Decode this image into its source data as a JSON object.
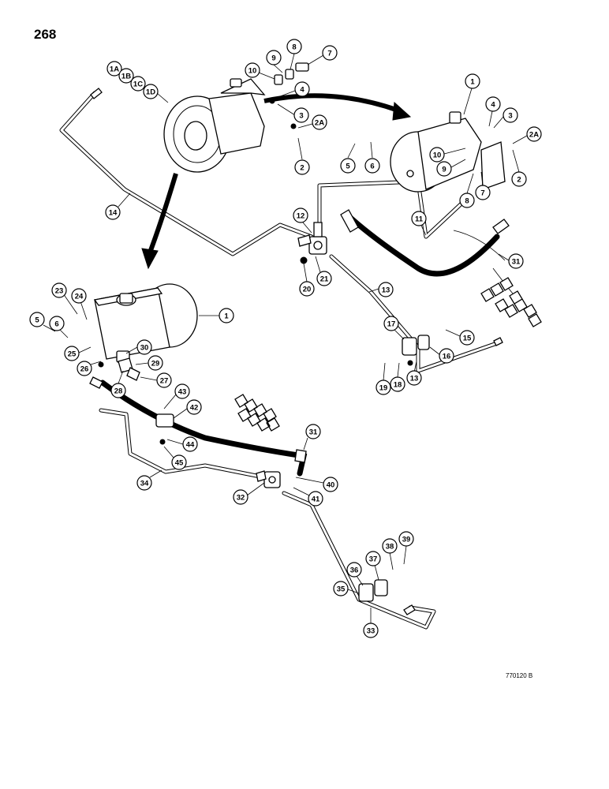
{
  "page": {
    "number": "268",
    "reference_code": "770120 B"
  },
  "callouts": [
    {
      "id": "c-1A",
      "label": "1A"
    },
    {
      "id": "c-1B",
      "label": "1B"
    },
    {
      "id": "c-1C",
      "label": "1C"
    },
    {
      "id": "c-1D",
      "label": "1D"
    },
    {
      "id": "c-10a",
      "label": "10"
    },
    {
      "id": "c-9a",
      "label": "9"
    },
    {
      "id": "c-8a",
      "label": "8"
    },
    {
      "id": "c-7a",
      "label": "7"
    },
    {
      "id": "c-4a",
      "label": "4"
    },
    {
      "id": "c-3a",
      "label": "3"
    },
    {
      "id": "c-2Aa",
      "label": "2A"
    },
    {
      "id": "c-2a",
      "label": "2"
    },
    {
      "id": "c-14",
      "label": "14"
    },
    {
      "id": "c-1b",
      "label": "1"
    },
    {
      "id": "c-4b",
      "label": "4"
    },
    {
      "id": "c-3b",
      "label": "3"
    },
    {
      "id": "c-2Ab",
      "label": "2A"
    },
    {
      "id": "c-2b",
      "label": "2"
    },
    {
      "id": "c-10b",
      "label": "10"
    },
    {
      "id": "c-9b",
      "label": "9"
    },
    {
      "id": "c-5b",
      "label": "5"
    },
    {
      "id": "c-6b",
      "label": "6"
    },
    {
      "id": "c-8b",
      "label": "8"
    },
    {
      "id": "c-7b",
      "label": "7"
    },
    {
      "id": "c-12",
      "label": "12"
    },
    {
      "id": "c-11",
      "label": "11"
    },
    {
      "id": "c-31a",
      "label": "31"
    },
    {
      "id": "c-20",
      "label": "20"
    },
    {
      "id": "c-21",
      "label": "21"
    },
    {
      "id": "c-13a",
      "label": "13"
    },
    {
      "id": "c-17",
      "label": "17"
    },
    {
      "id": "c-15",
      "label": "15"
    },
    {
      "id": "c-16",
      "label": "16"
    },
    {
      "id": "c-19",
      "label": "19"
    },
    {
      "id": "c-18",
      "label": "18"
    },
    {
      "id": "c-13b",
      "label": "13"
    },
    {
      "id": "c-1c",
      "label": "1"
    },
    {
      "id": "c-23",
      "label": "23"
    },
    {
      "id": "c-24",
      "label": "24"
    },
    {
      "id": "c-5c",
      "label": "5"
    },
    {
      "id": "c-6c",
      "label": "6"
    },
    {
      "id": "c-25",
      "label": "25"
    },
    {
      "id": "c-26",
      "label": "26"
    },
    {
      "id": "c-30",
      "label": "30"
    },
    {
      "id": "c-29",
      "label": "29"
    },
    {
      "id": "c-28",
      "label": "28"
    },
    {
      "id": "c-27",
      "label": "27"
    },
    {
      "id": "c-43",
      "label": "43"
    },
    {
      "id": "c-42",
      "label": "42"
    },
    {
      "id": "c-44",
      "label": "44"
    },
    {
      "id": "c-45",
      "label": "45"
    },
    {
      "id": "c-31b",
      "label": "31"
    },
    {
      "id": "c-34",
      "label": "34"
    },
    {
      "id": "c-32",
      "label": "32"
    },
    {
      "id": "c-40",
      "label": "40"
    },
    {
      "id": "c-41",
      "label": "41"
    },
    {
      "id": "c-39",
      "label": "39"
    },
    {
      "id": "c-38",
      "label": "38"
    },
    {
      "id": "c-37",
      "label": "37"
    },
    {
      "id": "c-36",
      "label": "36"
    },
    {
      "id": "c-35",
      "label": "35"
    },
    {
      "id": "c-33",
      "label": "33"
    }
  ]
}
